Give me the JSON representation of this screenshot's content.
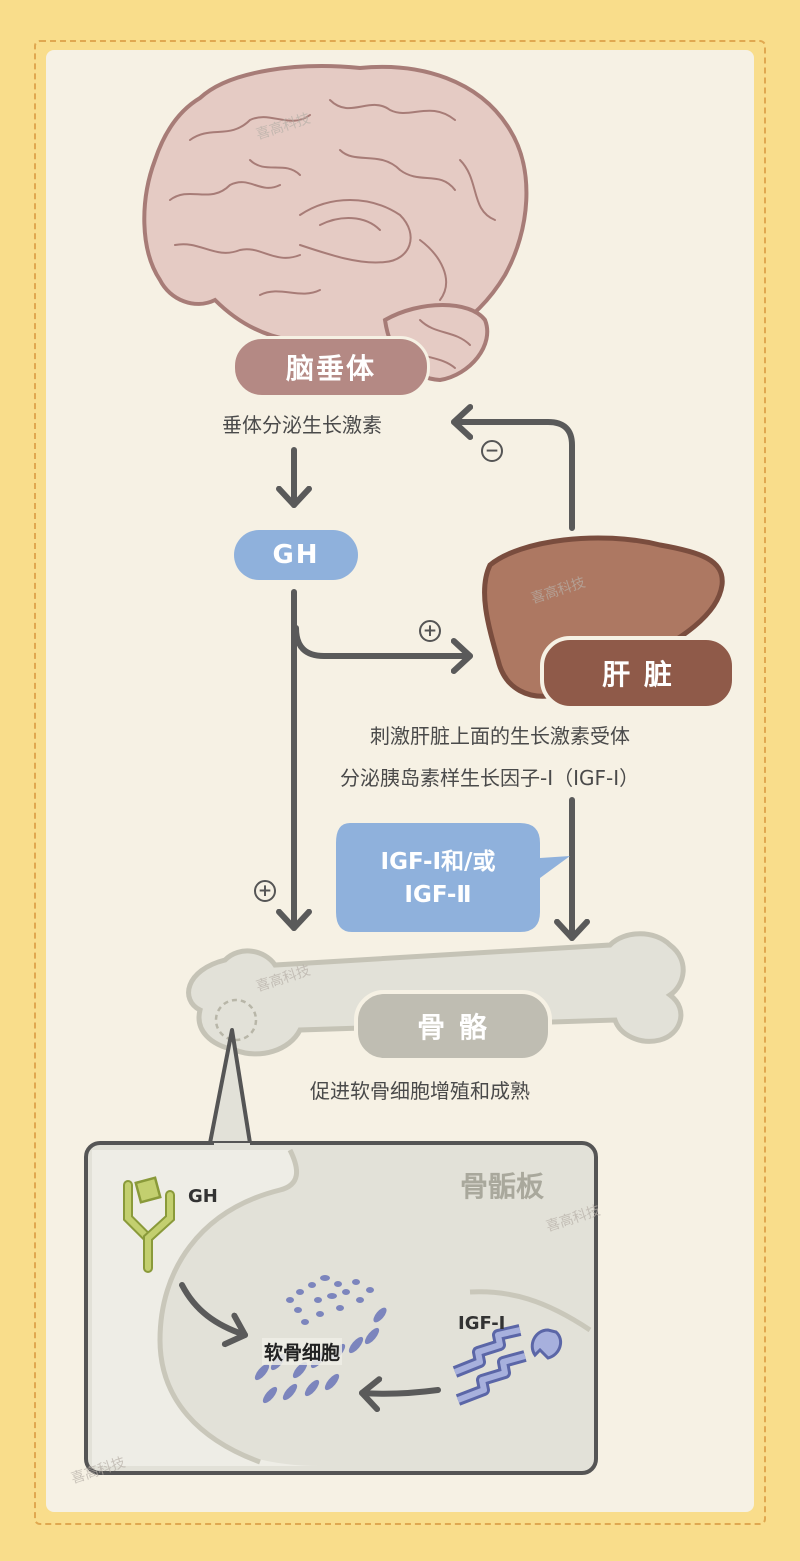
{
  "nodes": {
    "pituitary": "脑垂体",
    "gh": "GH",
    "liver": "肝 脏",
    "bone": "骨 骼"
  },
  "texts": {
    "pituitary_desc": "垂体分泌生长激素",
    "liver_desc_1": "刺激肝脏上面的生长激素受体",
    "liver_desc_2": "分泌胰岛素样生长因子-Ⅰ（IGF-Ⅰ）",
    "igf_bubble_1": "IGF-Ⅰ和/或",
    "igf_bubble_2": "IGF-Ⅱ",
    "bone_desc": "促进软骨细胞增殖和成熟"
  },
  "signs": {
    "negative": "−",
    "positive": "+"
  },
  "inset": {
    "title": "骨骺板",
    "gh_label": "GH",
    "igf_label": "IGF-Ⅰ",
    "cell_label": "软骨细胞"
  },
  "watermark": "喜高科技",
  "colors": {
    "background": "#f9dd8b",
    "panel": "#f6f1e4",
    "brain": "#e5cbc4",
    "pituitary_pill": "#b48984",
    "gh_pill": "#8fb1dc",
    "liver": "#ad7862",
    "liver_pill": "#8f5a49",
    "bone": "#e2e1d8",
    "bone_pill": "#bfbdb2",
    "arrow": "#5a5a5a"
  }
}
